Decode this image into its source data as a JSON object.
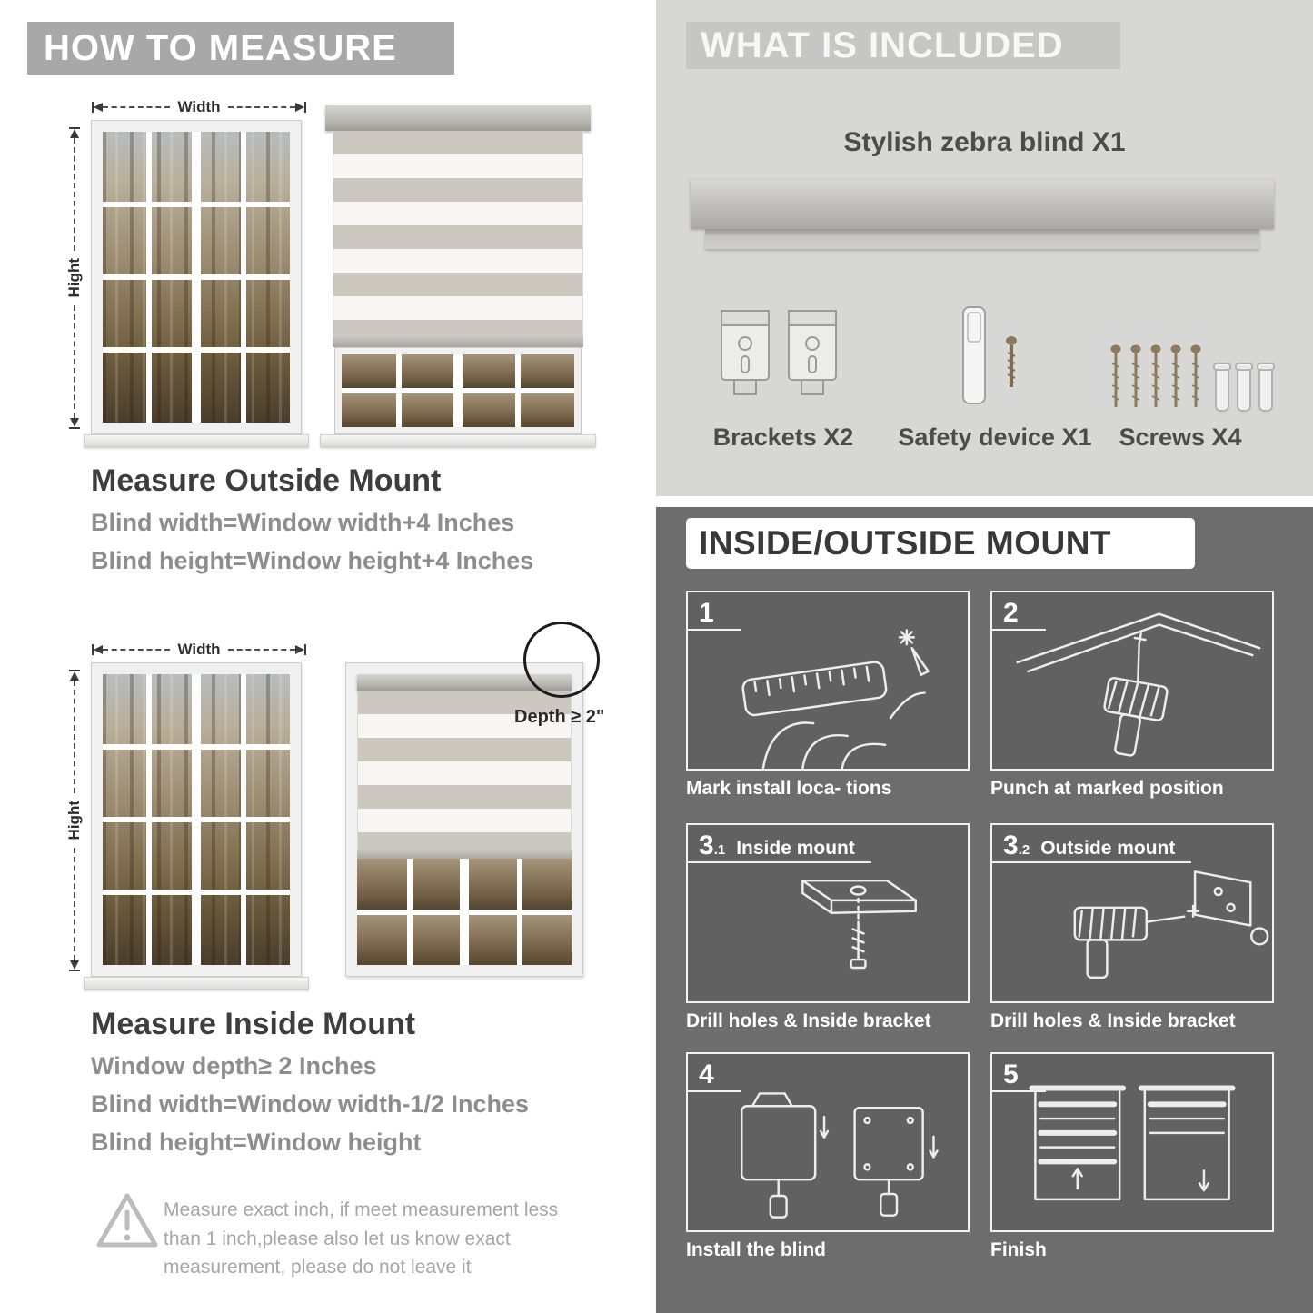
{
  "left": {
    "header": "HOW TO MEASURE",
    "outside": {
      "width_label": "Width",
      "height_label": "Hight",
      "title": "Measure Outside Mount",
      "lines": [
        "Blind width=Window width+4 Inches",
        "Blind height=Window height+4 Inches"
      ]
    },
    "inside": {
      "width_label": "Width",
      "height_label": "Hight",
      "depth_callout": "Depth ≥ 2\"",
      "title": "Measure Inside Mount",
      "lines": [
        "Window depth≥ 2 Inches",
        "Blind width=Window width-1/2 Inches",
        "Blind height=Window height"
      ]
    },
    "warning_text": "Measure exact inch, if meet measurement less than 1 inch,please also let us know exact measurement, please do not leave it"
  },
  "included": {
    "header": "WHAT IS INCLUDED",
    "blind_label": "Stylish zebra blind X1",
    "items": [
      {
        "label": "Brackets X2"
      },
      {
        "label": "Safety device X1"
      },
      {
        "label": "Screws X4"
      }
    ]
  },
  "mount": {
    "header": "INSIDE/OUTSIDE MOUNT",
    "steps": [
      {
        "num": "1",
        "sub": "",
        "title": "",
        "caption": "Mark install loca- tions"
      },
      {
        "num": "2",
        "sub": "",
        "title": "",
        "caption": "Punch at  marked position"
      },
      {
        "num": "3",
        "sub": ".1",
        "title": "Inside mount",
        "caption": "Drill holes &  Inside bracket"
      },
      {
        "num": "3",
        "sub": ".2",
        "title": "Outside mount",
        "caption": "Drill holes &  Inside bracket"
      },
      {
        "num": "4",
        "sub": "",
        "title": "",
        "caption": "Install the blind"
      },
      {
        "num": "5",
        "sub": "",
        "title": "",
        "caption": "Finish"
      }
    ]
  },
  "colors": {
    "banner_gray": "#a8a8a8",
    "light_panel": "#d7d7d6",
    "dark_panel": "#6d6d6d",
    "heading_dark": "#3d3d3d",
    "body_gray": "#8d8d8d",
    "stripe_tan": "#ccc8c0"
  }
}
